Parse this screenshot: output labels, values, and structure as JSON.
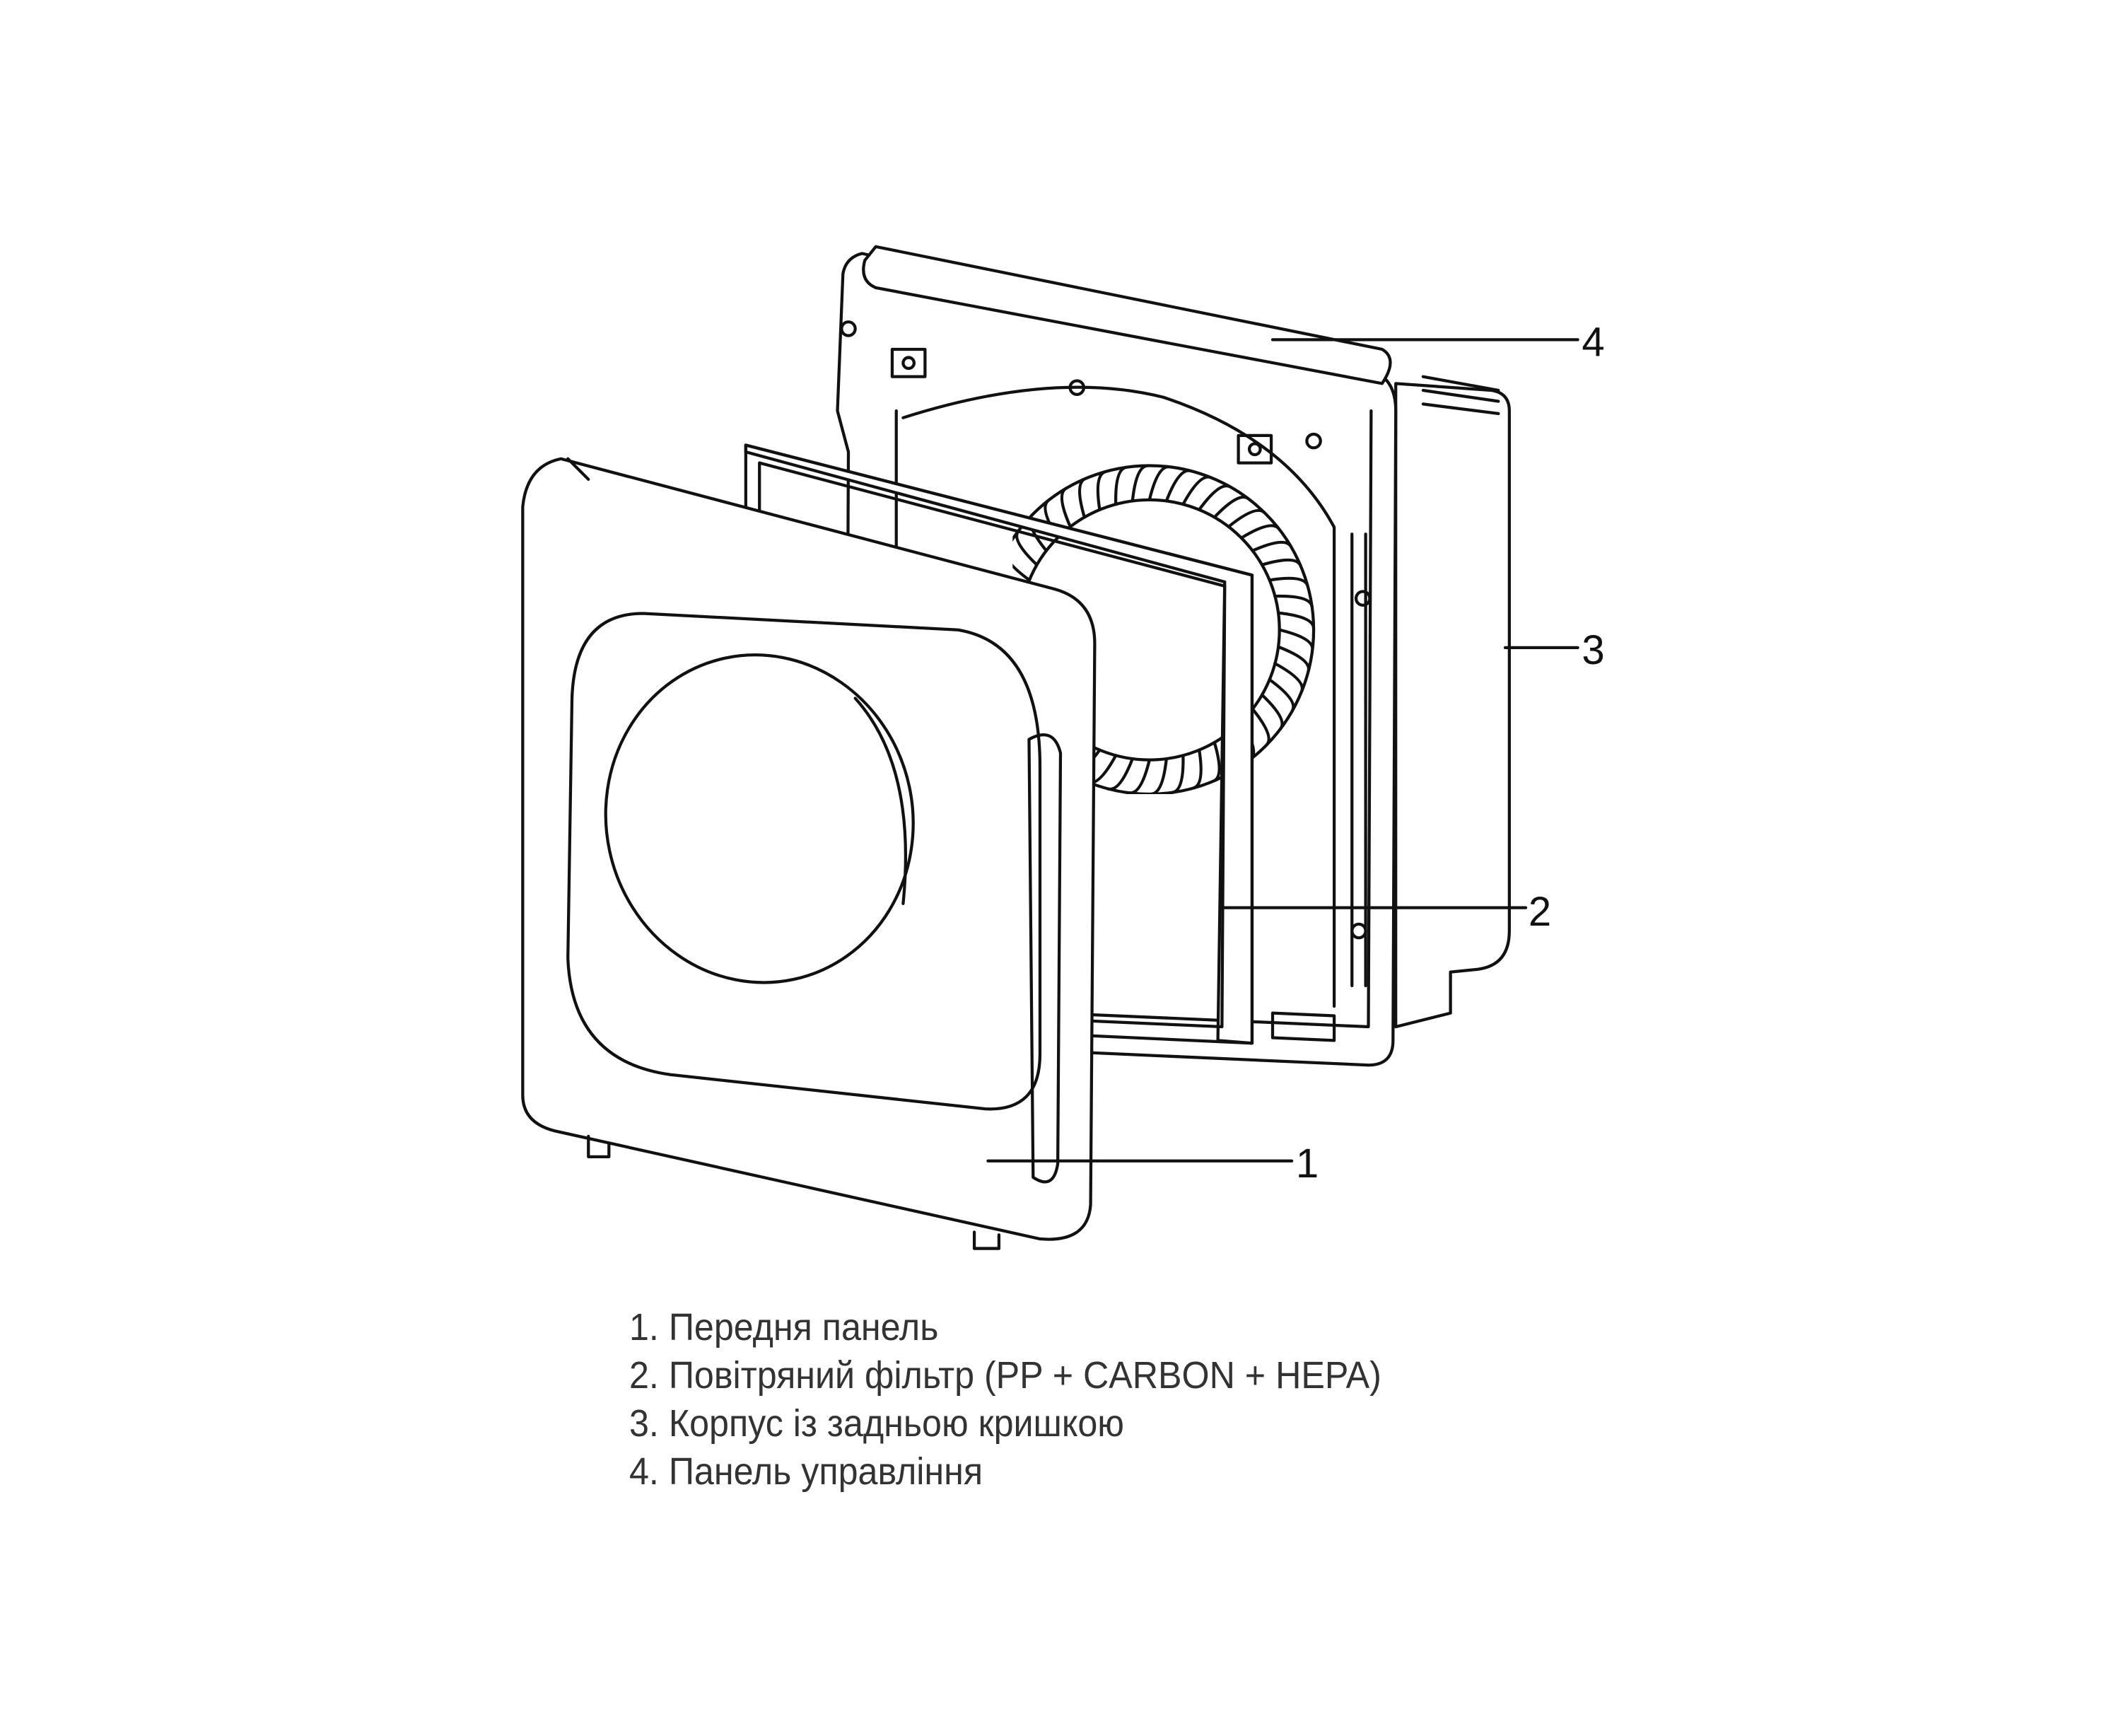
{
  "callouts": {
    "c1": "1",
    "c2": "2",
    "c3": "3",
    "c4": "4"
  },
  "legend": [
    "1. Передня панель",
    "2. Повітряний фільтр (PP + CARBON + HEPA)",
    "3. Корпус із задньою кришкою",
    "4. Панель управління"
  ]
}
